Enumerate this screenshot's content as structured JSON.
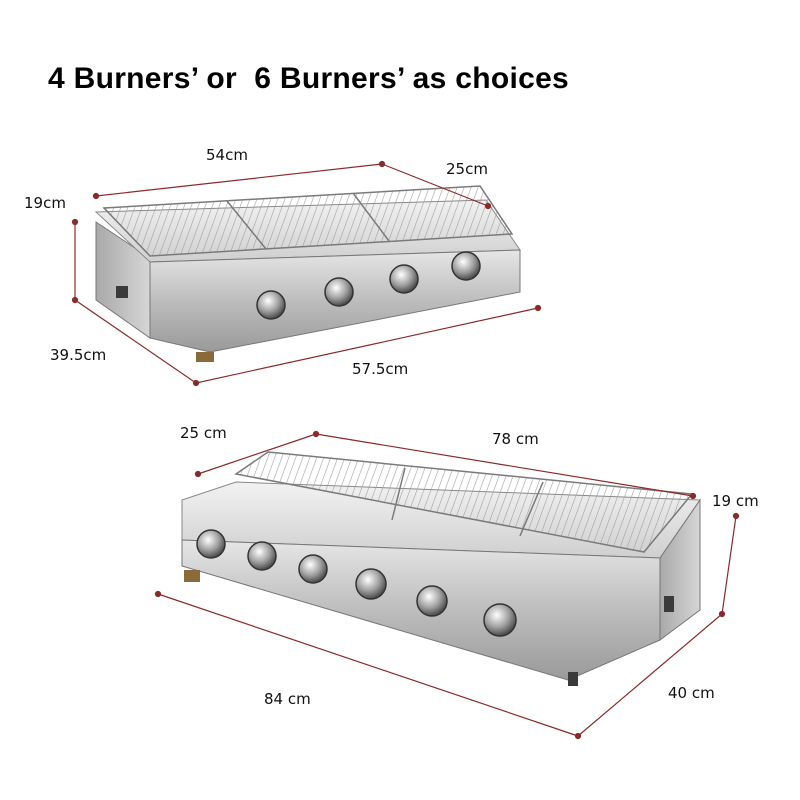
{
  "headline": "4 Burners’ or  6 Burners’ as choices",
  "small_grill": {
    "burner_count": 4,
    "dims": {
      "width": "54cm",
      "depth_top": "25cm",
      "height": "19cm",
      "depth_side": "39.5cm",
      "length_bottom": "57.5cm"
    }
  },
  "large_grill": {
    "burner_count": 6,
    "dims": {
      "depth_top": "25 cm",
      "width": "78 cm",
      "height": "19 cm",
      "length_bottom": "84 cm",
      "depth_side": "40 cm"
    }
  },
  "colors": {
    "dimension_line": "#8a2a2a",
    "steel_light": "#d9d9d9",
    "steel_dark": "#8f8f8f"
  }
}
